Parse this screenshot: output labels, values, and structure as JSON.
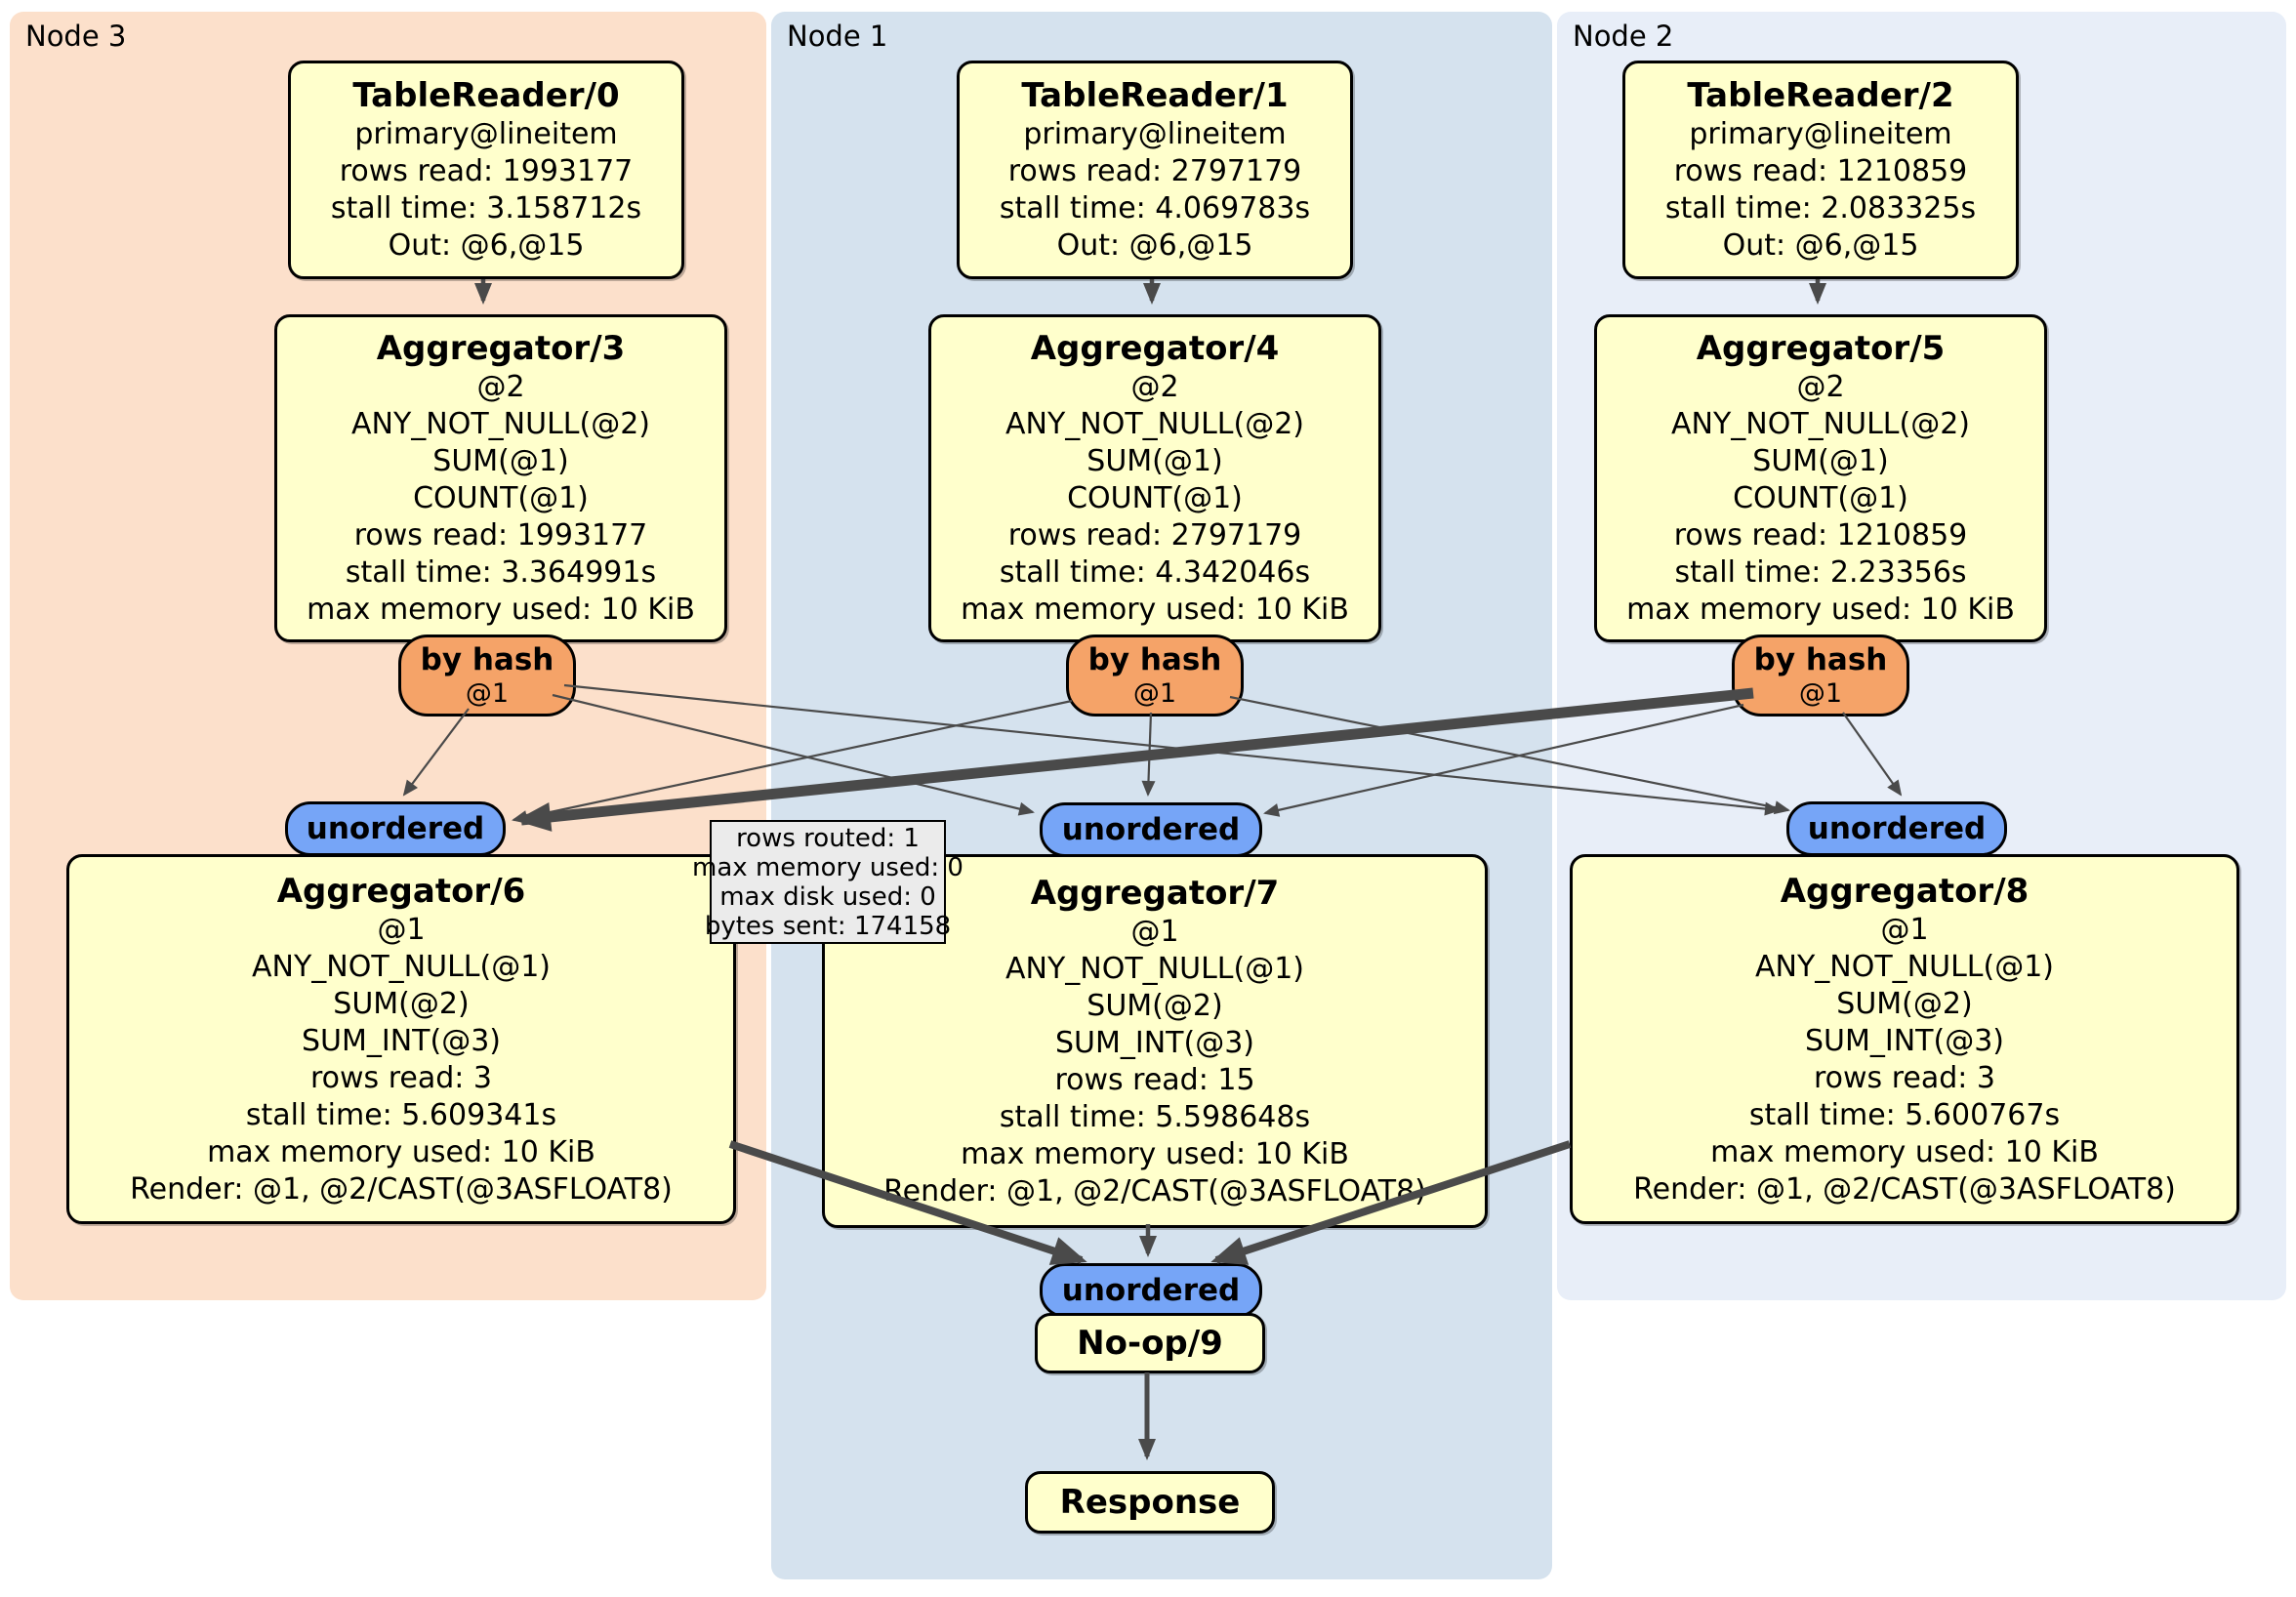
{
  "panels": {
    "node3": {
      "label": "Node 3"
    },
    "node1": {
      "label": "Node 1"
    },
    "node2": {
      "label": "Node 2"
    }
  },
  "processors": {
    "tr0": {
      "title": "TableReader/0",
      "lines": [
        "primary@lineitem",
        "rows read: 1993177",
        "stall time: 3.158712s",
        "Out: @6,@15"
      ]
    },
    "tr1": {
      "title": "TableReader/1",
      "lines": [
        "primary@lineitem",
        "rows read: 2797179",
        "stall time: 4.069783s",
        "Out: @6,@15"
      ]
    },
    "tr2": {
      "title": "TableReader/2",
      "lines": [
        "primary@lineitem",
        "rows read: 1210859",
        "stall time: 2.083325s",
        "Out: @6,@15"
      ]
    },
    "agg3": {
      "title": "Aggregator/3",
      "lines": [
        "@2",
        "ANY_NOT_NULL(@2)",
        "SUM(@1)",
        "COUNT(@1)",
        "rows read: 1993177",
        "stall time: 3.364991s",
        "max memory used: 10 KiB"
      ]
    },
    "agg4": {
      "title": "Aggregator/4",
      "lines": [
        "@2",
        "ANY_NOT_NULL(@2)",
        "SUM(@1)",
        "COUNT(@1)",
        "rows read: 2797179",
        "stall time: 4.342046s",
        "max memory used: 10 KiB"
      ]
    },
    "agg5": {
      "title": "Aggregator/5",
      "lines": [
        "@2",
        "ANY_NOT_NULL(@2)",
        "SUM(@1)",
        "COUNT(@1)",
        "rows read: 1210859",
        "stall time: 2.23356s",
        "max memory used: 10 KiB"
      ]
    },
    "agg6": {
      "title": "Aggregator/6",
      "lines": [
        "@1",
        "ANY_NOT_NULL(@1)",
        "SUM(@2)",
        "SUM_INT(@3)",
        "rows read: 3",
        "stall time: 5.609341s",
        "max memory used: 10 KiB",
        "Render: @1, @2/CAST(@3ASFLOAT8)"
      ]
    },
    "agg7": {
      "title": "Aggregator/7",
      "lines": [
        "@1",
        "ANY_NOT_NULL(@1)",
        "SUM(@2)",
        "SUM_INT(@3)",
        "rows read: 15",
        "stall time: 5.598648s",
        "max memory used: 10 KiB",
        "Render: @1, @2/CAST(@3ASFLOAT8)"
      ]
    },
    "agg8": {
      "title": "Aggregator/8",
      "lines": [
        "@1",
        "ANY_NOT_NULL(@1)",
        "SUM(@2)",
        "SUM_INT(@3)",
        "rows read: 3",
        "stall time: 5.600767s",
        "max memory used: 10 KiB",
        "Render: @1, @2/CAST(@3ASFLOAT8)"
      ]
    },
    "noop": {
      "title": "No-op/9"
    },
    "response": {
      "title": "Response"
    }
  },
  "router": {
    "label": "by hash",
    "key": "@1"
  },
  "sync": {
    "label": "unordered"
  },
  "tooltip": {
    "lines": [
      "rows routed: 1",
      "max memory used: 0",
      "max disk used: 0",
      "bytes sent: 174158"
    ]
  },
  "colors": {
    "node3_bg": "#fce0cb",
    "node1_bg": "#d5e2ee",
    "node2_bg": "#e8eef8",
    "processor_bg": "#ffffcc",
    "router_bg": "#f5a368",
    "sync_bg": "#76a5f7",
    "edge": "#4a4a4a",
    "tooltip_bg": "#ebebeb"
  }
}
